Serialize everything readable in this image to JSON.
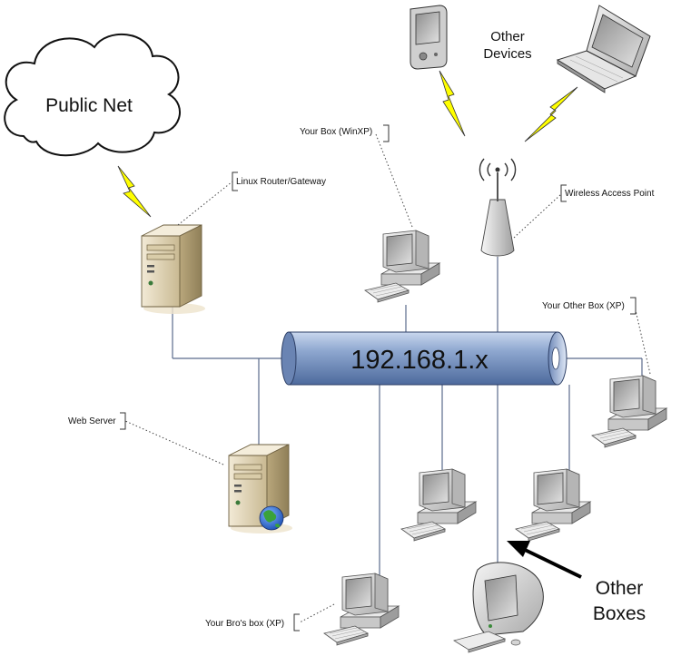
{
  "network": {
    "label": "192.168.1.x"
  },
  "cloud": {
    "label": "Public Net"
  },
  "labels": {
    "router": "Linux Router/Gateway",
    "your_box": "Your Box (WinXP)",
    "wap": "Wireless Access Point",
    "other_box": "Your Other Box (XP)",
    "web_server": "Web Server",
    "bros_box": "Your Bro's box (XP)",
    "other_devices_line1": "Other",
    "other_devices_line2": "Devices",
    "other_boxes_line1": "Other",
    "other_boxes_line2": "Boxes"
  },
  "colors": {
    "pipe": "#7d98c4",
    "lightning": "#ffff00",
    "server": "#e3d6b6",
    "monitor": "#d7d7d7",
    "globe": "#2f6fd1"
  },
  "icons": [
    "cloud-icon",
    "lightning-icon",
    "server-icon",
    "web-server-icon",
    "desktop-pc-icon",
    "imac-icon",
    "pda-icon",
    "laptop-icon",
    "antenna-icon"
  ]
}
